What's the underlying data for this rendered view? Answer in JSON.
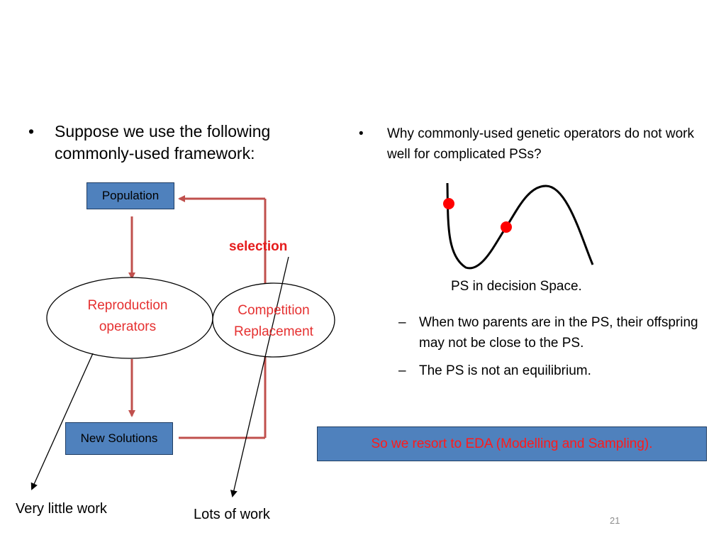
{
  "left_bullet": {
    "symbol": "•",
    "text": "Suppose we use the following commonly-used framework:"
  },
  "right_bullet": {
    "symbol": "•",
    "text": "Why commonly-used genetic operators do not work well  for complicated PSs?"
  },
  "diagram": {
    "population": "Population",
    "new_solutions": "New Solutions",
    "reproduction_line1": "Reproduction",
    "reproduction_line2": "operators",
    "competition_line1": "Competition",
    "competition_line2": "Replacement",
    "selection": "selection",
    "very_little_work": "Very little work",
    "lots_of_work": "Lots of work",
    "colors": {
      "flow_arrow": "#c0504d",
      "box_fill": "#4f81bd",
      "label_red": "#e51c1c"
    }
  },
  "curve_caption": "PS in decision Space.",
  "sub_points": [
    {
      "dash": "–",
      "text": "When two parents are in the PS, their offspring may not be close to the PS."
    },
    {
      "dash": "–",
      "text": "The PS is not an equilibrium."
    }
  ],
  "conclusion": "So we resort to EDA (Modelling and Sampling).",
  "page_number": "21"
}
